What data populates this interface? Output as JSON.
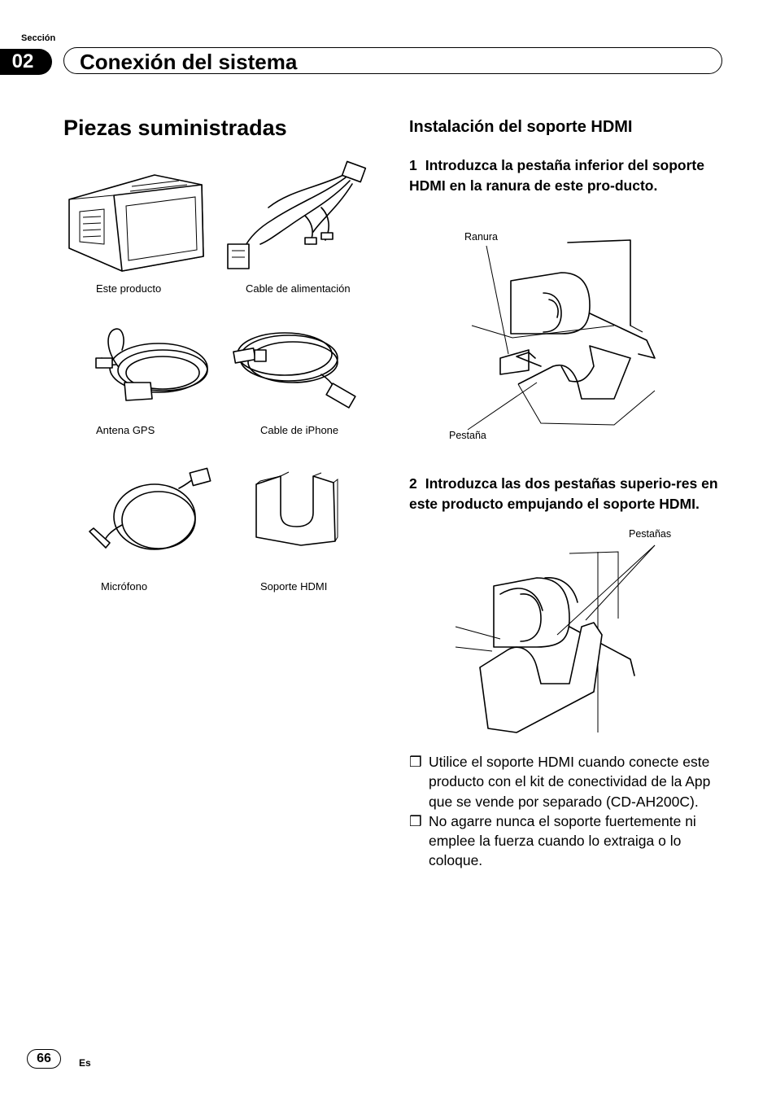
{
  "header": {
    "section_label": "Sección",
    "section_number": "02",
    "section_title": "Conexión del sistema"
  },
  "left": {
    "title": "Piezas suministradas",
    "items": [
      {
        "caption": "Este producto"
      },
      {
        "caption": "Cable de alimentación"
      },
      {
        "caption": "Antena GPS"
      },
      {
        "caption": "Cable de iPhone"
      },
      {
        "caption": "Micrófono"
      },
      {
        "caption": "Soporte HDMI"
      }
    ]
  },
  "right": {
    "title": "Instalación del soporte HDMI",
    "step1": {
      "number": "1",
      "text": "Introduzca la pestaña inferior del soporte HDMI en la ranura de este pro-ducto.",
      "label_top": "Ranura",
      "label_bottom": "Pestaña"
    },
    "step2": {
      "number": "2",
      "text": "Introduzca las dos pestañas superio-res en este producto empujando el soporte HDMI.",
      "label": "Pestañas"
    },
    "notes": [
      {
        "marker": "❒",
        "text": "Utilice el soporte HDMI cuando conecte este producto con el kit de conectividad de la App que se vende por separado (CD-AH200C)."
      },
      {
        "marker": "❒",
        "text": "No agarre nunca el soporte fuertemente ni emplee la fuerza cuando lo extraiga o lo coloque."
      }
    ]
  },
  "footer": {
    "page_number": "66",
    "language": "Es"
  }
}
